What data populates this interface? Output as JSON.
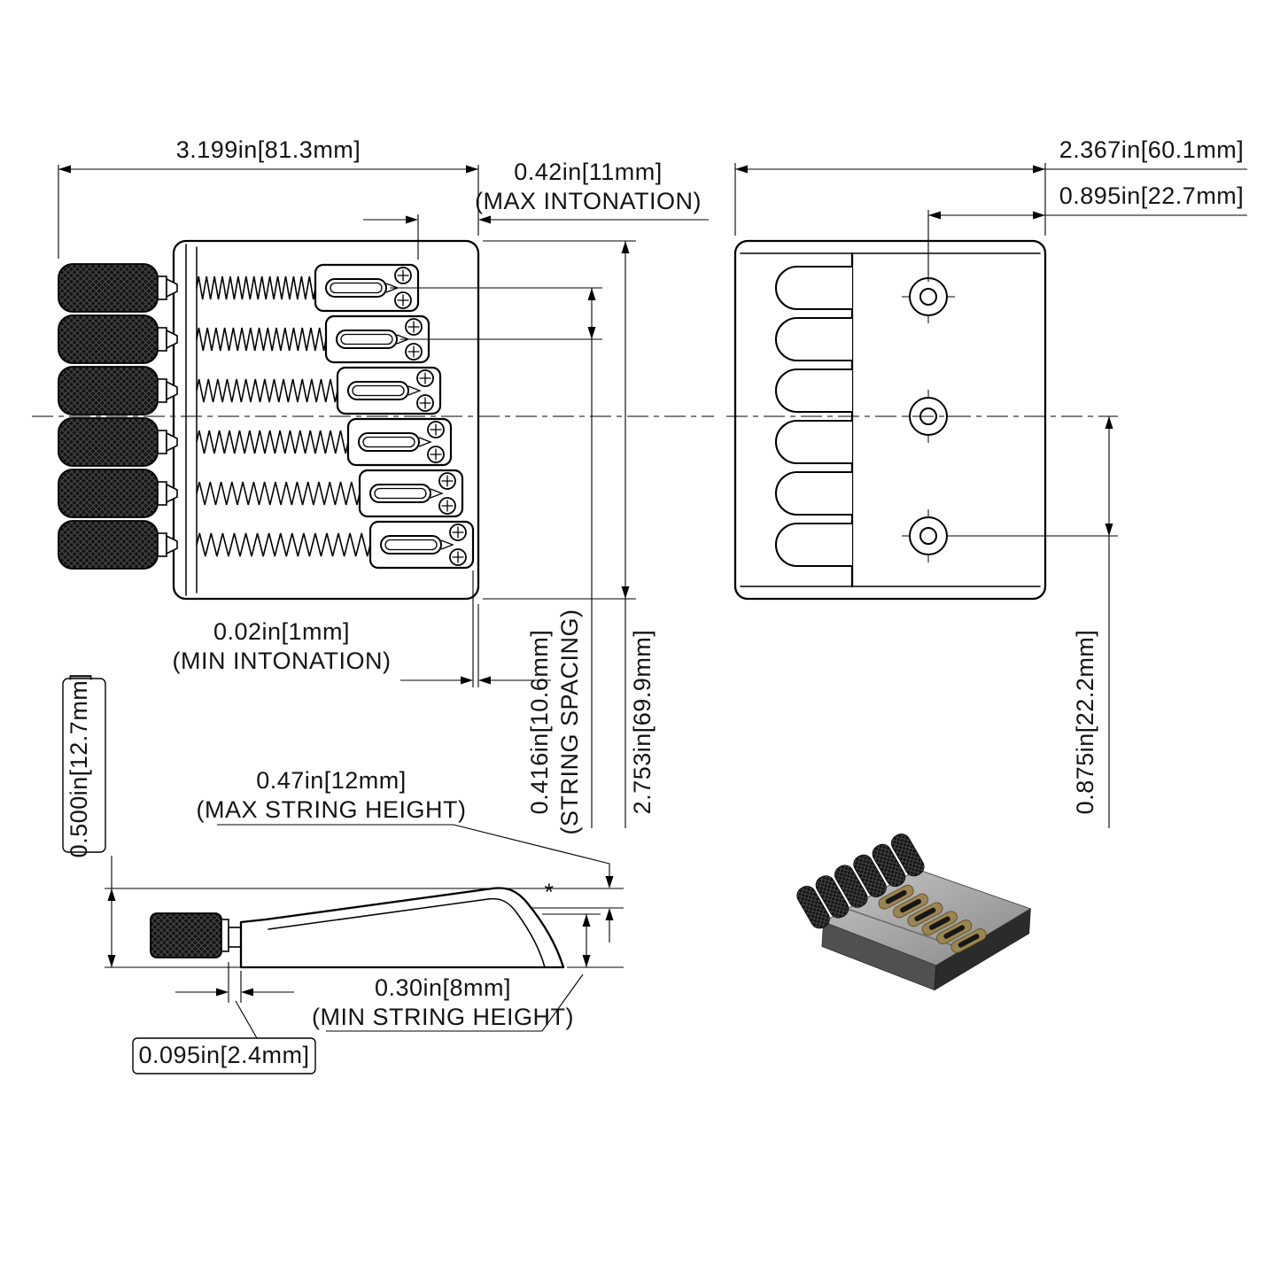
{
  "top_view": {
    "overall_width": "3.199in[81.3mm]",
    "max_intonation": "0.42in[11mm]",
    "max_intonation_note": "(MAX INTONATION)",
    "min_intonation": "0.02in[1mm]",
    "min_intonation_note": "(MIN INTONATION)",
    "string_spacing": "0.416in[10.6mm]",
    "string_spacing_note": "(STRING SPACING)",
    "body_length": "2.753in[69.9mm]"
  },
  "rear_view": {
    "overall_width": "2.367in[60.1mm]",
    "hole_to_edge": "0.895in[22.7mm]",
    "hole_spacing": "0.875in[22.2mm]"
  },
  "side_view": {
    "overall_height": "0.500in[12.7mm]",
    "max_string_height": "0.47in[12mm]",
    "max_string_height_note": "(MAX STRING HEIGHT)",
    "min_string_height": "0.30in[8mm]",
    "min_string_height_note": "(MIN STRING HEIGHT)",
    "post_exposure": "0.095in[2.4mm]",
    "note_marker": "*"
  }
}
